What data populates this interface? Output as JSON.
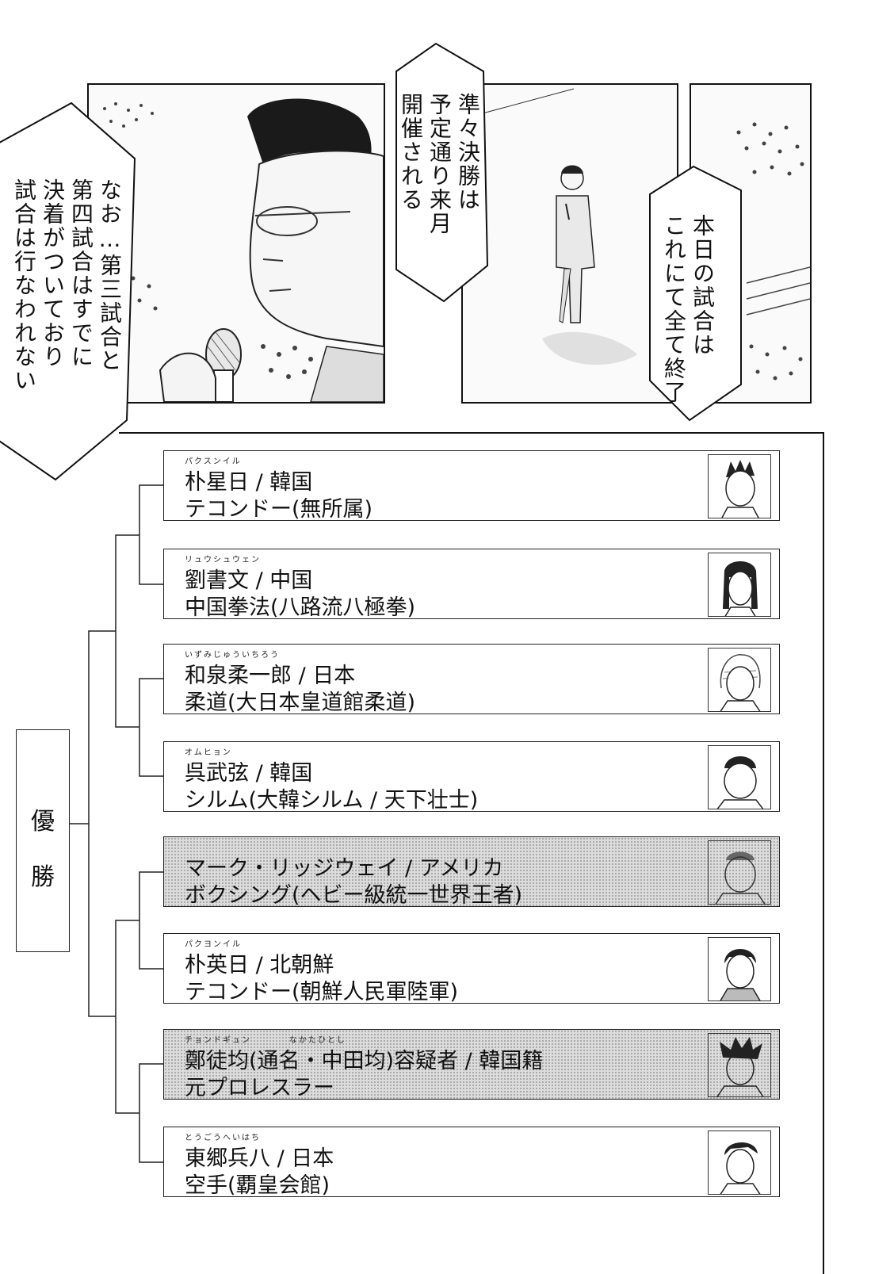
{
  "panels": {
    "announcer_closeup": {
      "bubble_left": "なお…第三試合と\n第四試合はすでに\n決着がついており\n試合は行なわれない",
      "bubble_right": "準々決勝は\n予定通り来月\n開催される"
    },
    "announcer_full": {},
    "arena": {
      "bubble": "本日の試合は\nこれにて全て終了"
    }
  },
  "bracket": {
    "champion_label_1": "優",
    "champion_label_2": "勝",
    "entries": [
      {
        "ruby": "パクスンイル",
        "name": "朴星日 / 韓国",
        "style": "テコンドー(無所属)",
        "eliminated": false
      },
      {
        "ruby": "リュウシュウェン",
        "name": "劉書文 / 中国",
        "style": "中国拳法(八路流八極拳)",
        "eliminated": false
      },
      {
        "ruby": "いずみじゅういちろう",
        "name": "和泉柔一郎 / 日本",
        "style": "柔道(大日本皇道館柔道)",
        "eliminated": false
      },
      {
        "ruby": "オムヒョン",
        "name": "呉武弦 / 韓国",
        "style": "シルム(大韓シルム / 天下壮士)",
        "eliminated": false
      },
      {
        "ruby": "",
        "name": "マーク・リッジウェイ / アメリカ",
        "style": "ボクシング(ヘビー級統一世界王者)",
        "eliminated": true
      },
      {
        "ruby": "パクヨンイル",
        "name": "朴英日 / 北朝鮮",
        "style": "テコンドー(朝鮮人民軍陸軍)",
        "eliminated": false
      },
      {
        "ruby": "チョンドギュン　　　　なかたひとし",
        "name": "鄭徒均(通名・中田均)容疑者 / 韓国籍",
        "style": "元プロレスラー",
        "eliminated": true
      },
      {
        "ruby": "とうごうへいはち",
        "name": "東郷兵八 / 日本",
        "style": "空手(覇皇会館)",
        "eliminated": false
      }
    ]
  }
}
